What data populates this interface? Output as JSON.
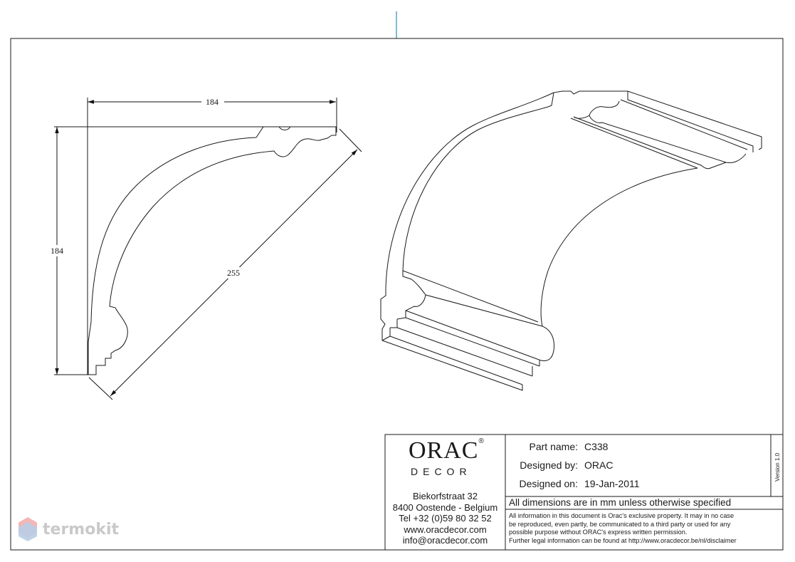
{
  "drawing": {
    "dimensions": {
      "width": "184",
      "height": "184",
      "diagonal": "255"
    }
  },
  "title_block": {
    "logo": {
      "main": "ORAC",
      "registered": "®",
      "sub": "DECOR"
    },
    "address": {
      "street": "Biekorfstraat 32",
      "city": "8400 Oostende - Belgium",
      "phone": "Tel  +32 (0)59 80 32 52",
      "website": "www.oracdecor.com",
      "email": "info@oracdecor.com"
    },
    "fields": [
      {
        "label": "Part name:",
        "value": "C338"
      },
      {
        "label": "Designed by:",
        "value": "ORAC"
      },
      {
        "label": "Designed on:",
        "value": "19-Jan-2011"
      }
    ],
    "dimension_note": "All dimensions are in mm unless otherwise specified",
    "legal": {
      "line1": "All information in this document is Orac's exclusive property.  It may in no case",
      "line2": "be reproduced, even partly, be communicated to a third party or used for any",
      "line3": "possible purpose without ORAC's express written permission.",
      "line4": "Further legal information can be found at http://www.oracdecor.be/nl/disclaimer"
    },
    "version": "Version 1.0"
  },
  "watermark": {
    "text": "termokit"
  },
  "colors": {
    "line": "#1a1a1a",
    "accent_tick": "#5aa0c8",
    "watermark": "#c9c9c9"
  }
}
